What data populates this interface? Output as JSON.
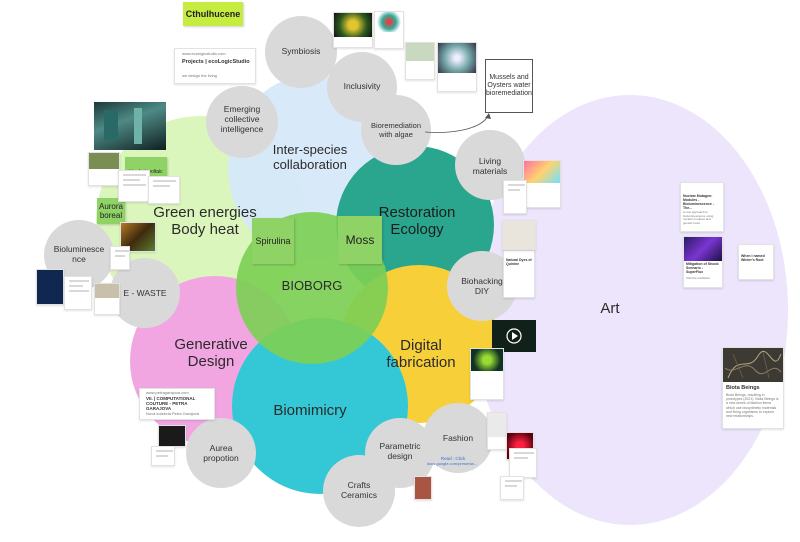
{
  "board": {
    "tag": "Cthulhucene",
    "tag_color": "#c5ec3f"
  },
  "colors": {
    "green_energy": "#d9f5b9",
    "interspecies": "#d6e8fa",
    "restoration": "#2aa68f",
    "bioborg": "#7dcf55",
    "generative": "#f1a6e2",
    "digital": "#f7cf38",
    "biomimicry": "#34c7d6",
    "art": "#ece5fb",
    "satellite": "#d9d9d9",
    "sticky": "#8fd266"
  },
  "main_circles": {
    "green_energy": "Green energies\nBody heat",
    "interspecies": "Inter-species\ncollaboration",
    "restoration": "Restoration\nEcology",
    "bioborg": "BIOBORG",
    "generative": "Generative\nDesign",
    "digital": "Digital\nfabrication",
    "biomimicry": "Biomimicry",
    "art": "Art"
  },
  "satellites": {
    "symbiosis": "Symbiosis",
    "inclusivity": "Inclusivity",
    "emerging": "Emerging\ncollective\nintelligence",
    "remediation": "Bioremediation\nwith algae",
    "living": "Living\nmaterials",
    "bioluminescence": "Bioluminesce\nnce",
    "ewaste": "E - WASTE",
    "biohacking": "Biohacking\nDIY",
    "aurea": "Aurea\npropotion",
    "parametric": "Parametric\ndesign",
    "fashion": "Fashion",
    "crafts": "Crafts\nCeramics"
  },
  "stickies": {
    "spirulina": "Spirulina",
    "moss": "Moss",
    "aurora": "Aurora\nboreal",
    "biophotovoltaic": "biophotovoltaic"
  },
  "note_box": "Mussels and\nOysters water\nbioremediation",
  "cards": {
    "ecologic": {
      "url": "www.ecologicstudio.com",
      "title": "Projects | ecoLogicStudio",
      "sub": "we design the living"
    },
    "petra": {
      "url": "www.petragarajova.com",
      "title": "VII. | COMPUTATIONAL COUTURE - PETRA GARAJOVA",
      "sub": "Nová kolekcia Petra Garajová"
    },
    "biota": {
      "title": "Biota Beings",
      "text": "Biota Beings, resulting in prototypes (2021). Biota Beings is a new series of fashion items which use biosynthetic materials and living organisms to explore new relationships."
    },
    "mutagen": {
      "title": "Nuclear Mutagen: Modules - Bioluminescence - The...",
      "text": "A new approach to bioluminescence using nuclear modules and genetic tools."
    },
    "mitigation": {
      "title": "Mitigation of Shock: Scenario - SuperFlux",
      "text": "Visit the exhibition"
    },
    "when": {
      "title": "When I named Winter's Root",
      "text": ""
    },
    "natural_dyes": {
      "title": "Natural Dyes of Quinine",
      "text": ""
    },
    "fashion_link": "Read : Click",
    "fashion_link2": "docs.google.com/presenta..."
  }
}
